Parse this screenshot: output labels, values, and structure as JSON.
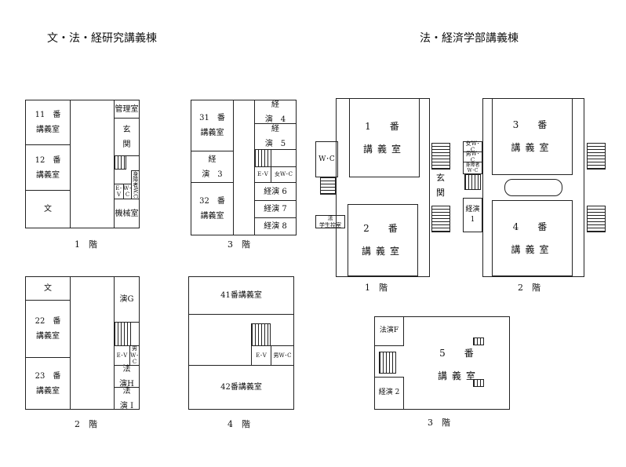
{
  "titles": {
    "left": "文・法・経研究講義棟",
    "right": "法・経済学部講義棟"
  },
  "floors": {
    "f1": "1　階",
    "f2": "2　階",
    "f3": "3　階",
    "f4": "4　階",
    "r1": "1　階",
    "r2": "2　階",
    "r3": "3　階"
  },
  "a1": {
    "r11": "11　番\n講義室",
    "r12": "12　番\n講義室",
    "bun": "文",
    "kanri": "管理室",
    "genkan": "玄\n関",
    "shinsho": "身障者W.C",
    "ev": "E･V",
    "wc": "W･C",
    "kikai": "機械室"
  },
  "a3": {
    "r31": "31　番\n講義室",
    "k3": "経\n演　3",
    "r32": "32　番\n講義室",
    "k4": "経\n演　4",
    "k5": "経\n演　5",
    "ev": "E･V",
    "wc": "女W･C",
    "k6": "経演 6",
    "k7": "経演 7",
    "k8": "経演 8"
  },
  "a2": {
    "bun": "文",
    "r22": "22　番\n講義室",
    "r23": "23　番\n講義室",
    "g": "演G",
    "ev": "E･V",
    "wc": "男W･C",
    "h": "法\n演H",
    "i": "法\n演 I"
  },
  "a4": {
    "r41": "41番講義室",
    "r42": "42番講義室",
    "ev": "E･V",
    "wc": "男W･C"
  },
  "b1": {
    "r1": "1　番\n講義室",
    "r2": "2　番\n講義室",
    "wc": "W･C",
    "hikae": "法\n学生控室",
    "genkan": "玄\n関"
  },
  "b2": {
    "r3": "3　番\n講義室",
    "r4": "4　番\n講義室",
    "wwc": "女W･C",
    "mwc": "男W･C",
    "swc": "身障者W･C",
    "k1": "経演\n1"
  },
  "b3": {
    "r5": "5　番\n講義室",
    "f": "法演F",
    "k2": "経演 2"
  }
}
